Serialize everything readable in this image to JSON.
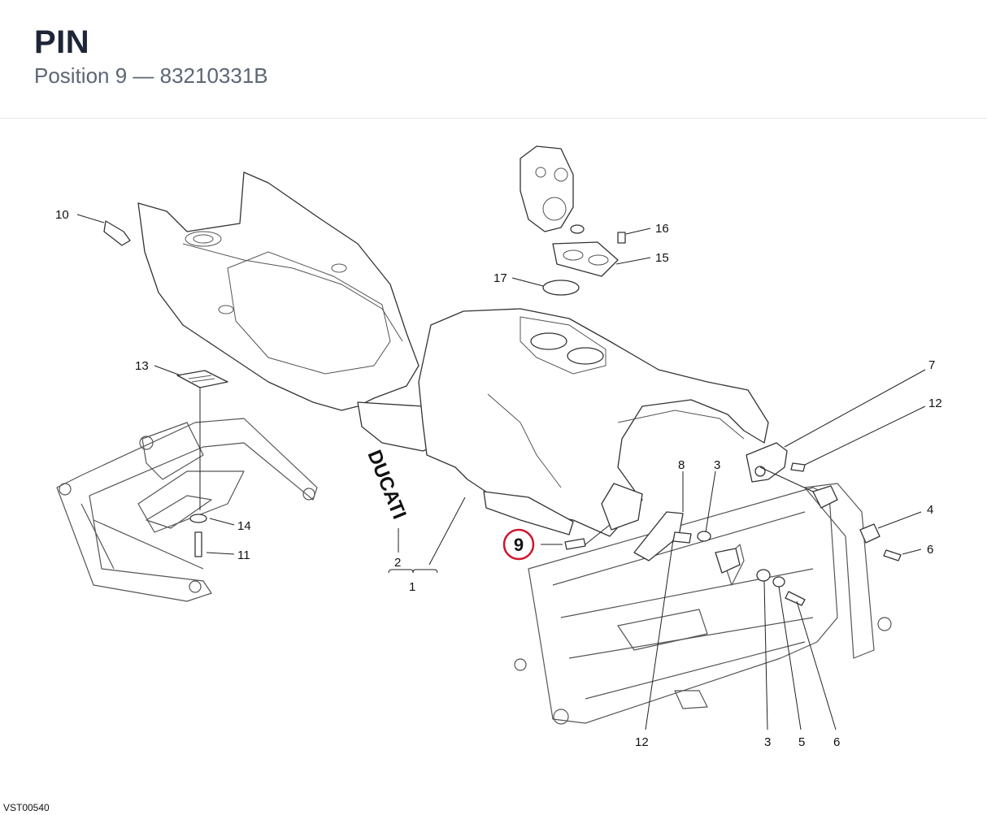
{
  "header": {
    "title": "PIN",
    "subtitle": "Position 9 — 83210331B"
  },
  "diagram": {
    "highlight_number": "9",
    "highlight_color": "#d0142c",
    "brand_logo_text": "DUCATI",
    "drawing_code": "VST00540",
    "callouts": {
      "c10": "10",
      "c13": "13",
      "c14": "14",
      "c11": "11",
      "c17": "17",
      "c16": "16",
      "c15": "15",
      "c7": "7",
      "c12a": "12",
      "c8": "8",
      "c3a": "3",
      "c4": "4",
      "c6a": "6",
      "c2": "2",
      "c1": "1",
      "c12b": "12",
      "c3b": "3",
      "c5": "5",
      "c6b": "6"
    }
  }
}
